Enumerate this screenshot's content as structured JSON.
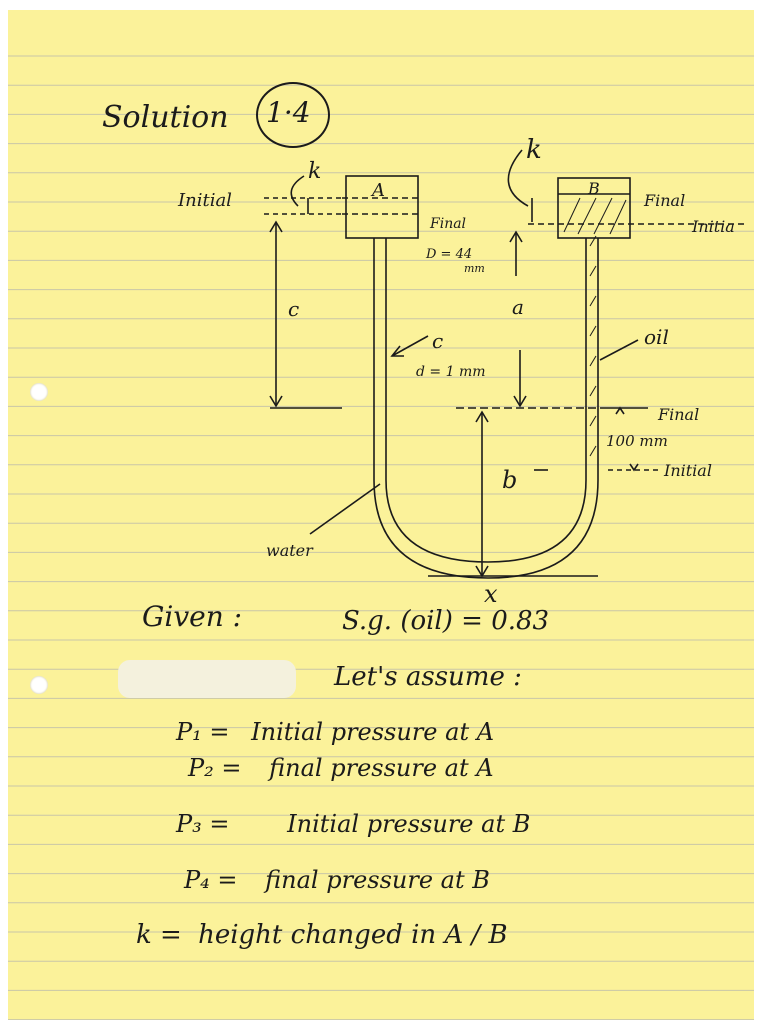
{
  "title": "Solution",
  "solution_number": "1·4",
  "diagram": {
    "label_k_left": "k",
    "label_k_right": "k",
    "label_A": "A",
    "label_B": "B",
    "label_initial_left": "Initial",
    "label_final_left": "Final",
    "label_final_right": "Final",
    "label_initial_right": "Initia",
    "label_D": "D = 44",
    "label_D_unit": "mm",
    "label_c_left": "c",
    "label_c_tube": "c",
    "label_d": "d = 1 mm",
    "label_a": "a",
    "label_oil": "oil",
    "label_final_oil": "Final",
    "label_100mm": "100 mm",
    "label_initial_oil": "Initial",
    "label_b": "b",
    "label_water": "water",
    "label_x": "x"
  },
  "given": {
    "label": "Given :",
    "expr": "S.g. (oil) = 0.83"
  },
  "assume": "Let's assume :",
  "definitions": [
    {
      "sym": "P₁ =",
      "text": "Initial pressure at A"
    },
    {
      "sym": "P₂ =",
      "text": "final pressure at A"
    },
    {
      "sym": "P₃ =",
      "text": "Initial pressure at B"
    },
    {
      "sym": "P₄ =",
      "text": "final pressure at B"
    },
    {
      "sym": "k =",
      "text": "height changed in A / B"
    }
  ],
  "colors": {
    "paper": "#fbf29a",
    "rule_line": "#c9c6a8",
    "ink": "#1b1b1b"
  }
}
